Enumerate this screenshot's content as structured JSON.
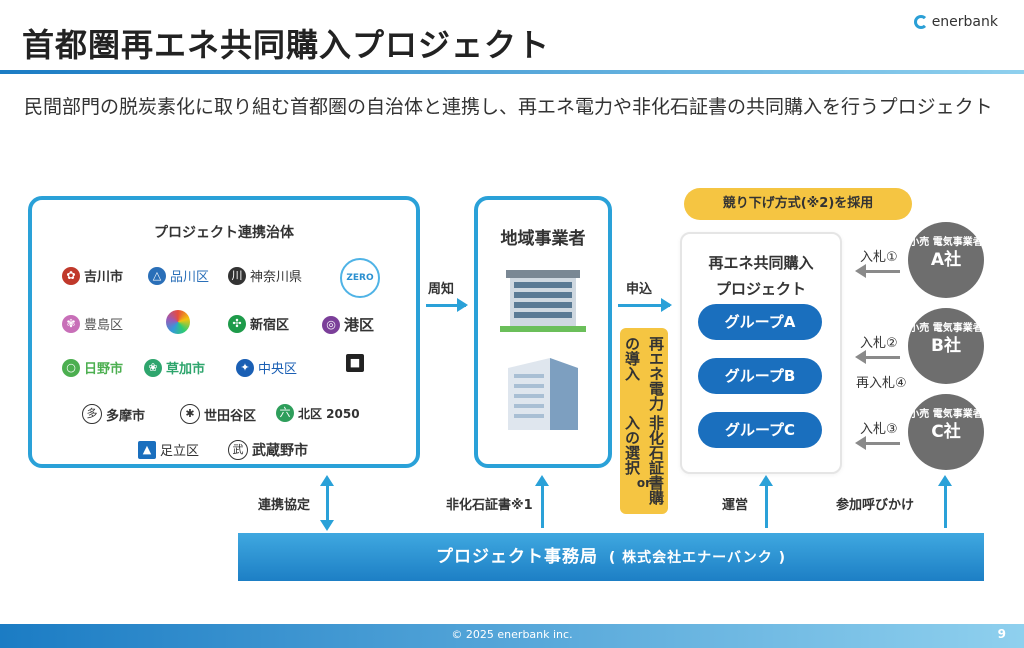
{
  "header": {
    "title": "首都圏再エネ共同購入プロジェクト",
    "brand": "enerbank",
    "subtitle": "民間部門の脱炭素化に取り組む首都圏の自治体と連携し、再エネ電力や非化石証書の共同購入を行うプロジェクト"
  },
  "municipalities": {
    "title": "プロジェクト連携治体",
    "logos": [
      "吉川市",
      "品川区",
      "神奈川県",
      "ZERO",
      "豊島区",
      "",
      "新宿区",
      "港区",
      "日野市",
      "草加市",
      "中央区",
      "",
      "多摩市",
      "世田谷区",
      "北区 2050",
      "足立区",
      "武蔵野市"
    ]
  },
  "local_business": {
    "title": "地域事業者"
  },
  "flows": {
    "notice": "周知",
    "apply": "申込",
    "partnership": "連携協定",
    "certificate": "非化石証書※1",
    "operation": "運営",
    "call": "参加呼びかけ"
  },
  "selection_banner": {
    "line1": "再エネ電力の導入",
    "or": "or",
    "line2": "非化石証書購入の選択"
  },
  "method_pill": "競り下げ方式(※2)を採用",
  "project": {
    "title_line1": "再エネ共同購入",
    "title_line2": "プロジェクト",
    "groups": [
      "グループA",
      "グループB",
      "グループC"
    ]
  },
  "bids": [
    "入札①",
    "入札②",
    "再入札④",
    "入札③"
  ],
  "retailers": [
    {
      "small": "小売 電気事業者",
      "big": "A社"
    },
    {
      "small": "小売 電気事業者",
      "big": "B社"
    },
    {
      "small": "小売 電気事業者",
      "big": "C社"
    }
  ],
  "office": {
    "main": "プロジェクト事務局",
    "sub": "( 株式会社エナーバンク )"
  },
  "footer": {
    "copyright": "© 2025 enerbank inc.",
    "page": "9"
  },
  "colors": {
    "accent": "#2aa1d8",
    "group": "#1a6fbe",
    "highlight": "#f5c542",
    "retailer": "#6e6e6e"
  }
}
